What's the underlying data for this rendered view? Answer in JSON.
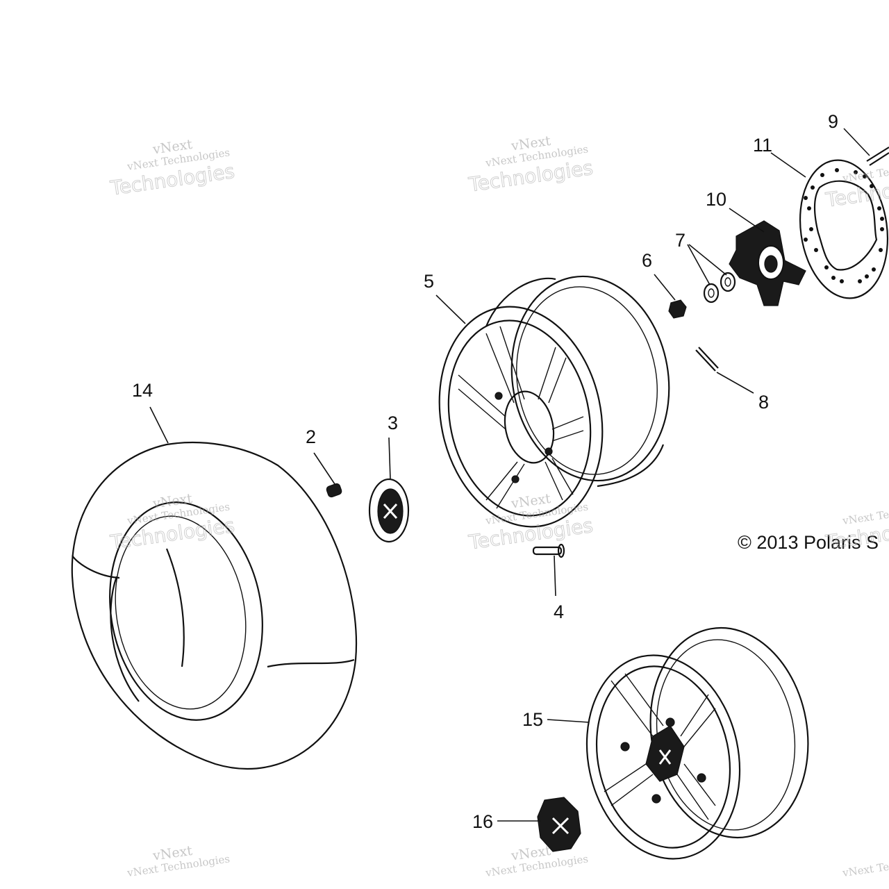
{
  "callouts": {
    "c2": "2",
    "c3": "3",
    "c4": "4",
    "c5": "5",
    "c6": "6",
    "c7": "7",
    "c8": "8",
    "c9": "9",
    "c10": "10",
    "c11": "11",
    "c14": "14",
    "c15": "15",
    "c16": "16"
  },
  "copyright": "© 2013 Polaris S",
  "watermark": {
    "brand": "vNext",
    "full": "vNext Technologies",
    "big": "Technologies"
  },
  "colors": {
    "line": "#111111",
    "watermark": "#9a9a9a",
    "background": "#ffffff"
  }
}
